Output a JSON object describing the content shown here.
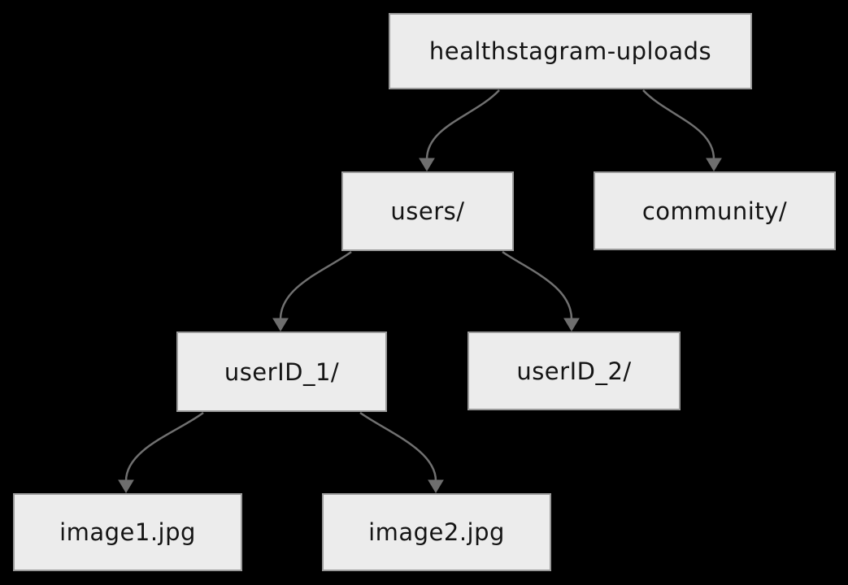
{
  "diagram": {
    "type": "tree",
    "description": "Bucket file-structure tree for healthstagram uploads",
    "colors": {
      "background": "#000000",
      "node_fill": "#ececec",
      "node_border": "#9a9a9a",
      "edge": "#707070",
      "text": "#141414"
    },
    "nodes": [
      {
        "id": "root",
        "label": "healthstagram-uploads"
      },
      {
        "id": "users",
        "label": "users/"
      },
      {
        "id": "community",
        "label": "community/"
      },
      {
        "id": "userid1",
        "label": "userID_1/"
      },
      {
        "id": "userid2",
        "label": "userID_2/"
      },
      {
        "id": "image1",
        "label": "image1.jpg"
      },
      {
        "id": "image2",
        "label": "image2.jpg"
      }
    ],
    "edges": [
      {
        "from": "healthstagram-uploads",
        "to": "users/"
      },
      {
        "from": "healthstagram-uploads",
        "to": "community/"
      },
      {
        "from": "users/",
        "to": "userID_1/"
      },
      {
        "from": "users/",
        "to": "userID_2/"
      },
      {
        "from": "userID_1/",
        "to": "image1.jpg"
      },
      {
        "from": "userID_1/",
        "to": "image2.jpg"
      }
    ]
  }
}
